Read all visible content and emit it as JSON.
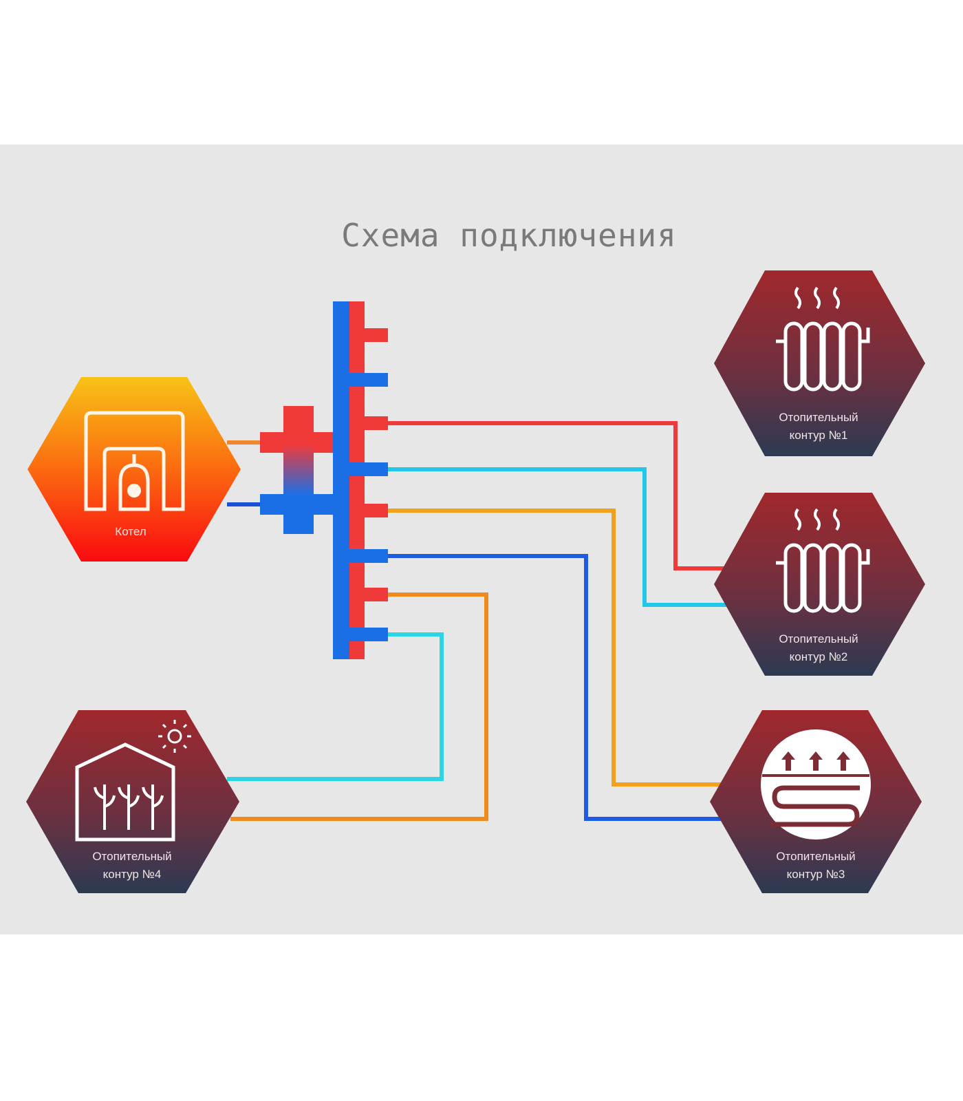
{
  "title": "Схема подключения",
  "boiler": {
    "label": "Котел",
    "icon": "boiler-icon"
  },
  "circuits": [
    {
      "line1": "Отопительный",
      "line2": "контур №1",
      "icon": "radiator-icon"
    },
    {
      "line1": "Отопительный",
      "line2": "контур №2",
      "icon": "radiator-icon"
    },
    {
      "line1": "Отопительный",
      "line2": "контур №3",
      "icon": "underfloor-heating-icon"
    },
    {
      "line1": "Отопительный",
      "line2": "контур №4",
      "icon": "greenhouse-icon"
    }
  ],
  "colors": {
    "hot": "#f03a3a",
    "cold": "#1a6fe6",
    "warm": "#f2b51e",
    "cyan": "#2ad6e6",
    "hex_top": "#9b2a2f",
    "hex_bottom": "#2e3950"
  }
}
